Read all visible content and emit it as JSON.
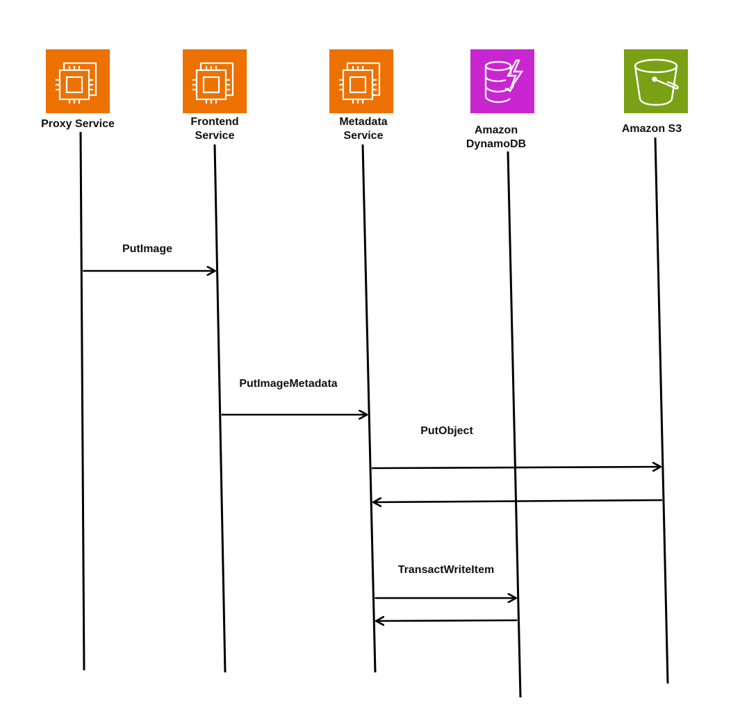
{
  "participants": [
    {
      "id": "proxy",
      "label": "Proxy Service",
      "icon": "ec2-instance-icon",
      "color": "#ED7100"
    },
    {
      "id": "frontend",
      "label": "Frontend\nService",
      "icon": "ec2-instance-icon",
      "color": "#ED7100"
    },
    {
      "id": "metadata",
      "label": "Metadata\nService",
      "icon": "ec2-instance-icon",
      "color": "#ED7100"
    },
    {
      "id": "dynamodb",
      "label": "Amazon\nDynamoDB",
      "icon": "dynamodb-icon",
      "color": "#C925D1"
    },
    {
      "id": "s3",
      "label": "Amazon S3",
      "icon": "s3-bucket-icon",
      "color": "#7AA116"
    }
  ],
  "messages": [
    {
      "label": "PutImage",
      "from": "proxy",
      "to": "frontend"
    },
    {
      "label": "PutImageMetadata",
      "from": "frontend",
      "to": "metadata"
    },
    {
      "label": "PutObject",
      "from": "metadata",
      "to": "s3"
    },
    {
      "label": "",
      "from": "s3",
      "to": "metadata"
    },
    {
      "label": "TransactWriteItem",
      "from": "metadata",
      "to": "dynamodb"
    },
    {
      "label": "",
      "from": "dynamodb",
      "to": "metadata"
    }
  ]
}
